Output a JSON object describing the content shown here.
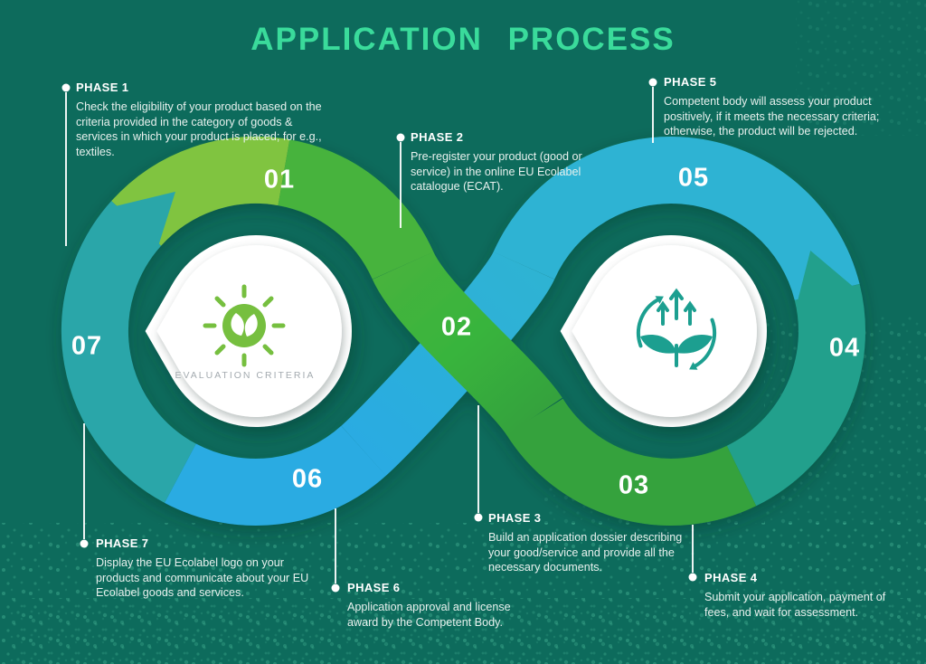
{
  "title": "APPLICATION PROCESS",
  "phases": [
    {
      "label": "PHASE 1",
      "number": "01",
      "description": "Check the eligibility of your product based on the criteria provided in the category of goods & services in which your product is placed; for e.g., textiles."
    },
    {
      "label": "PHASE 2",
      "number": "02",
      "description": "Pre-register your product (good or service) in the online EU Ecolabel catalogue (ECAT)."
    },
    {
      "label": "PHASE 3",
      "number": "03",
      "description": "Build an application dossier describing your good/service and provide all the necessary documents."
    },
    {
      "label": "PHASE 4",
      "number": "04",
      "description": "Submit your application, payment of fees, and wait for assessment."
    },
    {
      "label": "PHASE 5",
      "number": "05",
      "description": "Competent body will assess your product positively, if it meets the necessary criteria; otherwise, the product will be rejected."
    },
    {
      "label": "PHASE 6",
      "number": "06",
      "description": "Application approval and license award by the Competent Body."
    },
    {
      "label": "PHASE 7",
      "number": "07",
      "description": "Display the EU Ecolabel logo on your products and communicate about your EU Ecolabel goods and services."
    }
  ],
  "nodes": {
    "left": {
      "caption": "EVALUATION CRITERIA",
      "icon": "eco-bulb-icon"
    },
    "right": {
      "icon": "growth-cycle-icon"
    }
  },
  "colors": {
    "background": "#0d6b5c",
    "title": "#3adb9b",
    "green_light": "#80c43f",
    "green_mid": "#46b33c",
    "green_bright": "#38b43c",
    "green_dark": "#35a23c",
    "teal": "#2aa6a9",
    "teal_dark": "#21a08c",
    "blue": "#29abe2",
    "blue_light": "#2fb3d3",
    "icon_green": "#76bf3f",
    "icon_teal": "#1c9f90"
  }
}
